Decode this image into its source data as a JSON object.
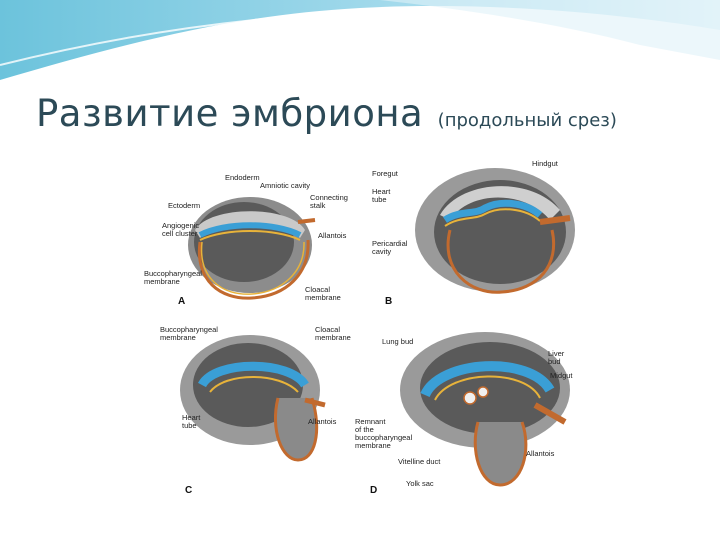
{
  "slide": {
    "title": "Развитие эмбриона",
    "subtitle": "(продольный срез)"
  },
  "figure": {
    "panels": [
      {
        "letter": "A",
        "labels": [
          "Endoderm",
          "Amniotic cavity",
          "Ectoderm",
          "Connecting\nstalk",
          "Angiogenic\ncell cluster",
          "Allantois",
          "Buccopharyngeal\nmembrane",
          "Cloacal\nmembrane"
        ]
      },
      {
        "letter": "B",
        "labels": [
          "Hindgut",
          "Foregut",
          "Heart\ntube",
          "Pericardial\ncavity"
        ]
      },
      {
        "letter": "C",
        "labels": [
          "Buccopharyngeal\nmembrane",
          "Cloacal\nmembrane",
          "Heart\ntube",
          "Allantois"
        ]
      },
      {
        "letter": "D",
        "labels": [
          "Lung bud",
          "Liver\nbud",
          "Midgut",
          "Remnant\nof the\nbuccopharyngeal\nmembrane",
          "Allantois",
          "Vitelline duct",
          "Yolk sac"
        ]
      }
    ],
    "colors": {
      "ectoderm": "#3a9fd6",
      "endoderm": "#e8b33a",
      "mesoderm": "#c26a2e",
      "cavity": "#7a7a7a"
    }
  }
}
